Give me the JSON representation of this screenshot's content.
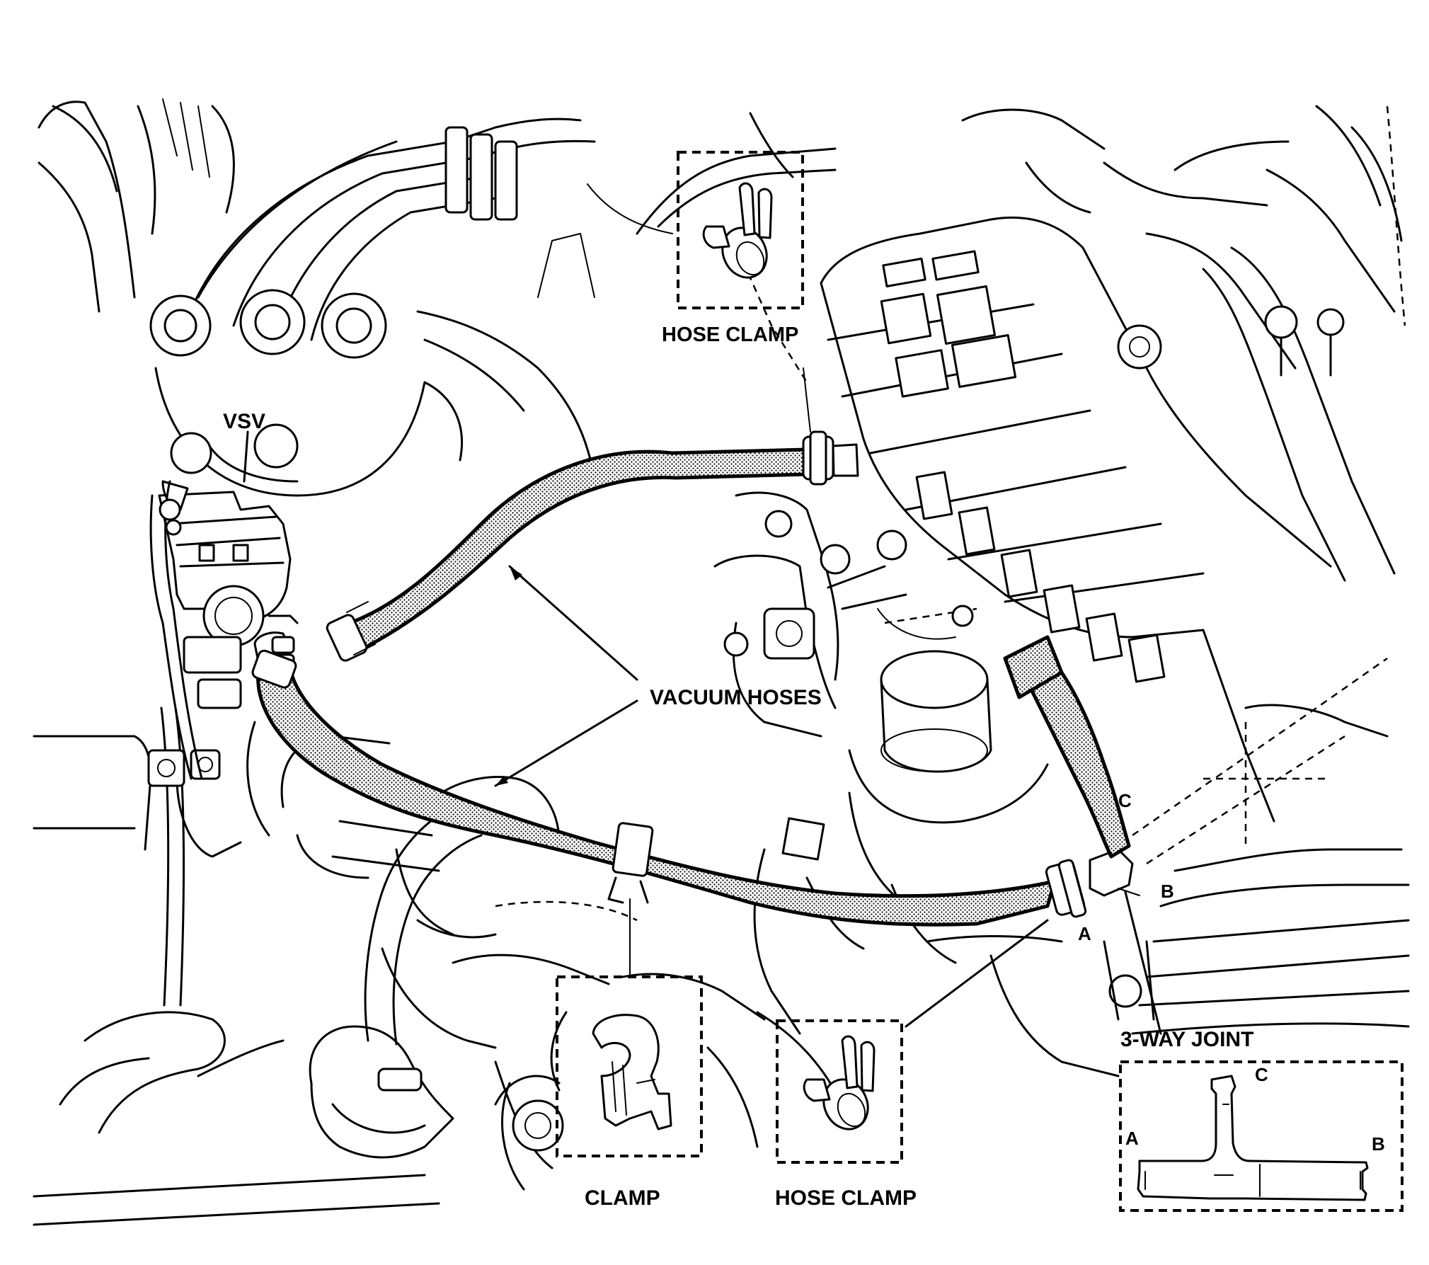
{
  "labels": {
    "vsv": "VSV",
    "hose_clamp_top": "HOSE CLAMP",
    "vacuum_hoses": "VACUUM HOSES",
    "clamp": "CLAMP",
    "hose_clamp_bottom": "HOSE CLAMP",
    "three_way_joint": "3-WAY JOINT",
    "port_a_engine": "A",
    "port_b_engine": "B",
    "port_c_engine": "C",
    "port_a_detail": "A",
    "port_b_detail": "B",
    "port_c_detail": "C"
  },
  "colors": {
    "ink": "#000000",
    "paper": "#ffffff"
  }
}
